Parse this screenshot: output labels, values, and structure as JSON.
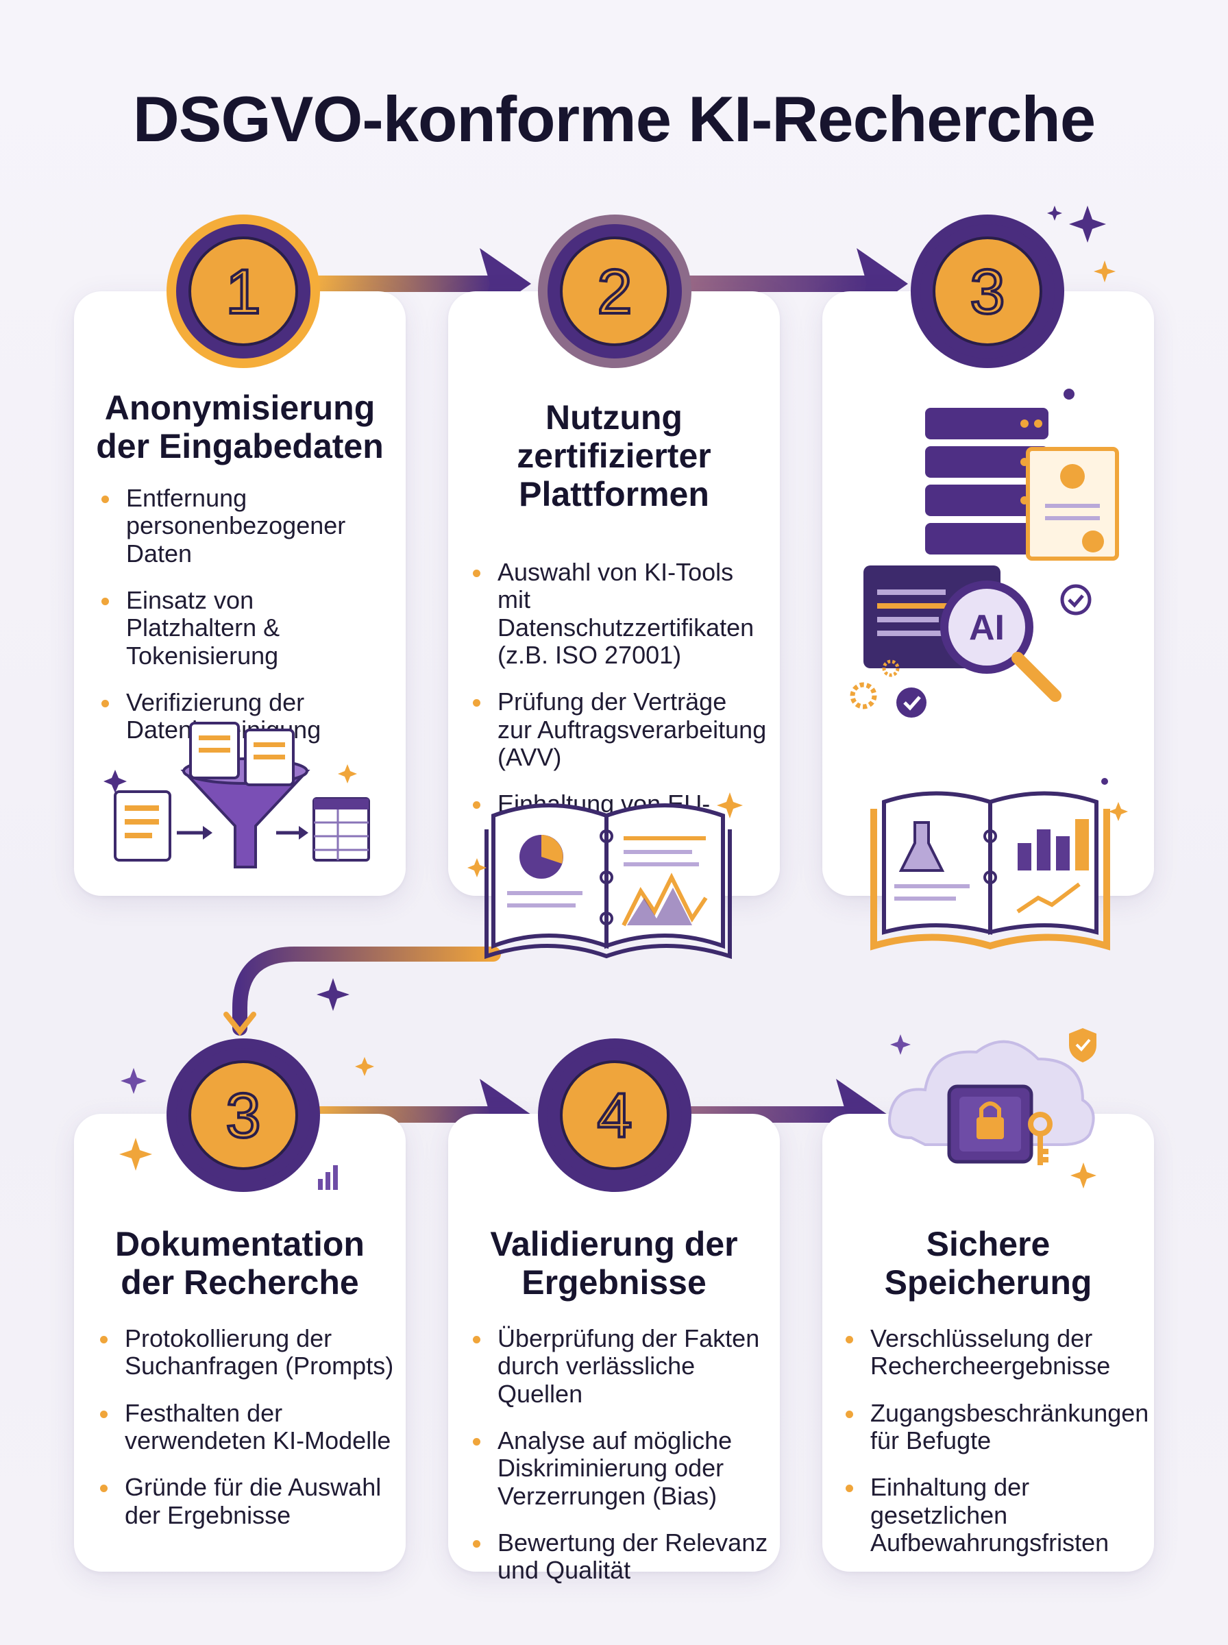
{
  "title": "DSGVO-konforme KI-Recherche",
  "colors": {
    "purple": "#4a2d7e",
    "orange": "#f0a53a",
    "dark": "#17142e"
  },
  "badges": [
    "1",
    "2",
    "3",
    "3",
    "4"
  ],
  "cards": [
    {
      "title": "Anonymisierung der Eingabedaten",
      "bullets": [
        "Entfernung personenbezogener Daten",
        "Einsatz von Platzhaltern & Tokenisierung",
        "Verifizierung der Datenbereinigung"
      ]
    },
    {
      "title": "Nutzung zertifizierter Plattformen",
      "bullets": [
        "Auswahl von KI-Tools mit Datenschutzzertifikaten (z.B. ISO 27001)",
        "Prüfung der Verträge zur Auftragsverarbeitung (AVV)",
        "Einhaltung von EU-Standards"
      ]
    },
    {
      "title": "",
      "bullets": [],
      "icon_text": "AI"
    },
    {
      "title": "Dokumentation der Recherche",
      "bullets": [
        "Protokollierung der Suchanfragen (Prompts)",
        "Festhalten der verwendeten KI-Modelle",
        "Gründe für die Auswahl der Ergebnisse"
      ]
    },
    {
      "title": "Validierung der Ergebnisse",
      "bullets": [
        "Überprüfung der Fakten durch verlässliche Quellen",
        "Analyse auf mögliche Diskriminierung oder Verzerrungen (Bias)",
        "Bewertung der Relevanz und Qualität"
      ]
    },
    {
      "title": "Sichere Speicherung",
      "bullets": [
        "Verschlüsselung der Rechercheergebnisse",
        "Zugangsbeschränkungen für Befugte",
        "Einhaltung der gesetzlichen Aufbewahrungsfristen"
      ]
    }
  ]
}
